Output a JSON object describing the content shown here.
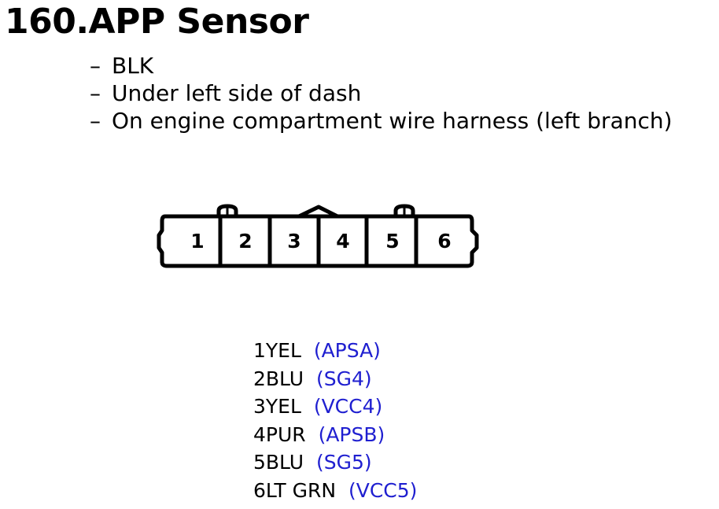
{
  "title": "160.APP Sensor",
  "notes": [
    "BLK",
    "Under left side of dash",
    "On engine compartment wire harness (left branch)"
  ],
  "bullet_char": "–",
  "connector": {
    "pins": [
      "1",
      "2",
      "3",
      "4",
      "5",
      "6"
    ]
  },
  "pinout": [
    {
      "wire": "1YEL",
      "signal": "(APSA)"
    },
    {
      "wire": "2BLU",
      "signal": "(SG4)"
    },
    {
      "wire": "3YEL",
      "signal": "(VCC4)"
    },
    {
      "wire": "4PUR",
      "signal": "(APSB)"
    },
    {
      "wire": "5BLU",
      "signal": "(SG5)"
    },
    {
      "wire": "6LT GRN",
      "signal": "(VCC5)"
    }
  ],
  "colors": {
    "text": "#000000",
    "signal": "#1f1fd0",
    "background": "#ffffff"
  }
}
